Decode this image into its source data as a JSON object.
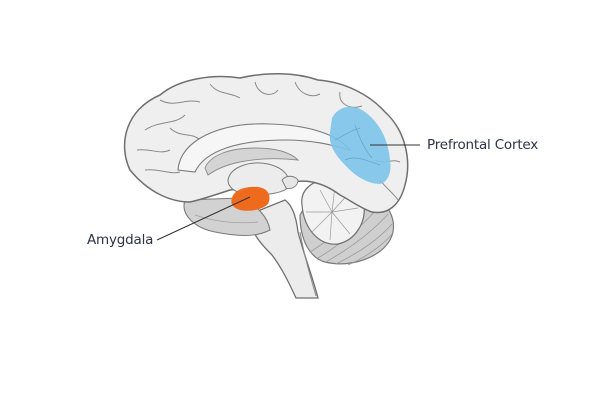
{
  "diagram": {
    "subject": "Human brain, sagittal section",
    "colors": {
      "background": "#ffffff",
      "brain_fill": "#efefef",
      "brain_outline": "#7a7a7a",
      "inner_gray": "#d4d4d4",
      "cerebellum_gray": "#cfcfcf",
      "prefrontal_highlight": "#7cc4ea",
      "amygdala_highlight": "#ee6a1c",
      "leader_line": "#333333",
      "label_text": "#2b3344"
    },
    "labels": [
      {
        "id": "prefrontal-cortex",
        "text": "Prefrontal Cortex",
        "color": "#7cc4ea"
      },
      {
        "id": "amygdala",
        "text": "Amygdala",
        "color": "#ee6a1c"
      }
    ]
  }
}
